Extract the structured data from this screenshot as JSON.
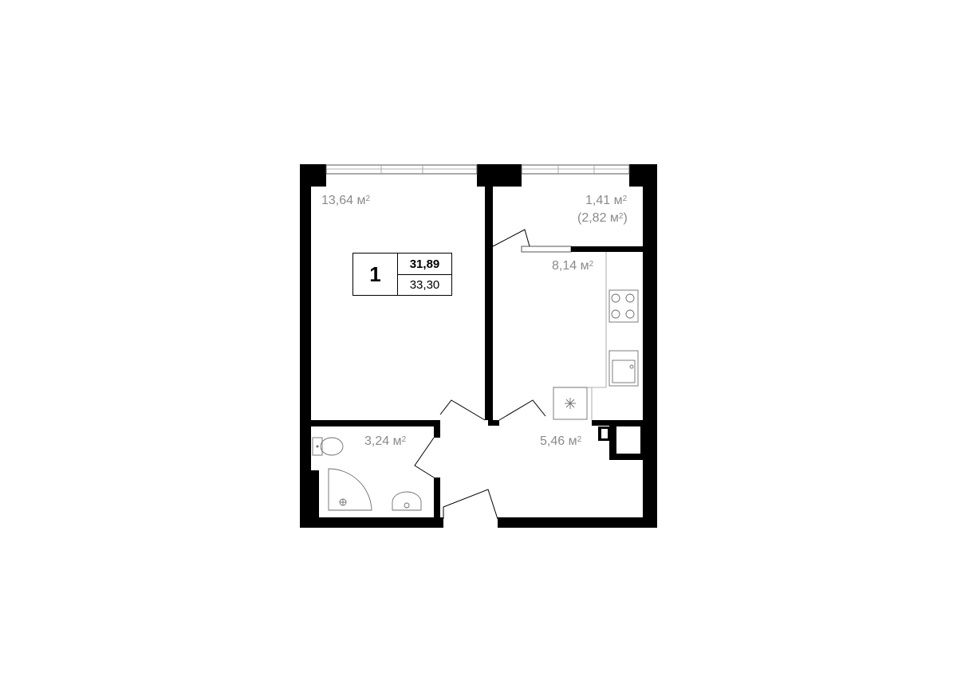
{
  "plan": {
    "rooms_count": "1",
    "living_area": "31,89",
    "total_area": "33,30",
    "unit": "м",
    "unit_exp": "2"
  },
  "rooms": {
    "living_room": {
      "area": "13,64 м"
    },
    "balcony": {
      "area": "1,41 м",
      "area_full_open": "(2,82 м",
      "area_full_close": ")"
    },
    "kitchen": {
      "area": "8,14 м"
    },
    "bathroom": {
      "area": "3,24 м"
    },
    "hallway": {
      "area": "5,46 м"
    }
  },
  "colors": {
    "wall": "#000000",
    "label": "#8a8a8a",
    "fixture": "#6e6e6e"
  },
  "icons": [
    "toilet-icon",
    "shower-icon",
    "sink-icon",
    "stove-icon",
    "kitchen-sink-icon",
    "fridge-icon"
  ]
}
